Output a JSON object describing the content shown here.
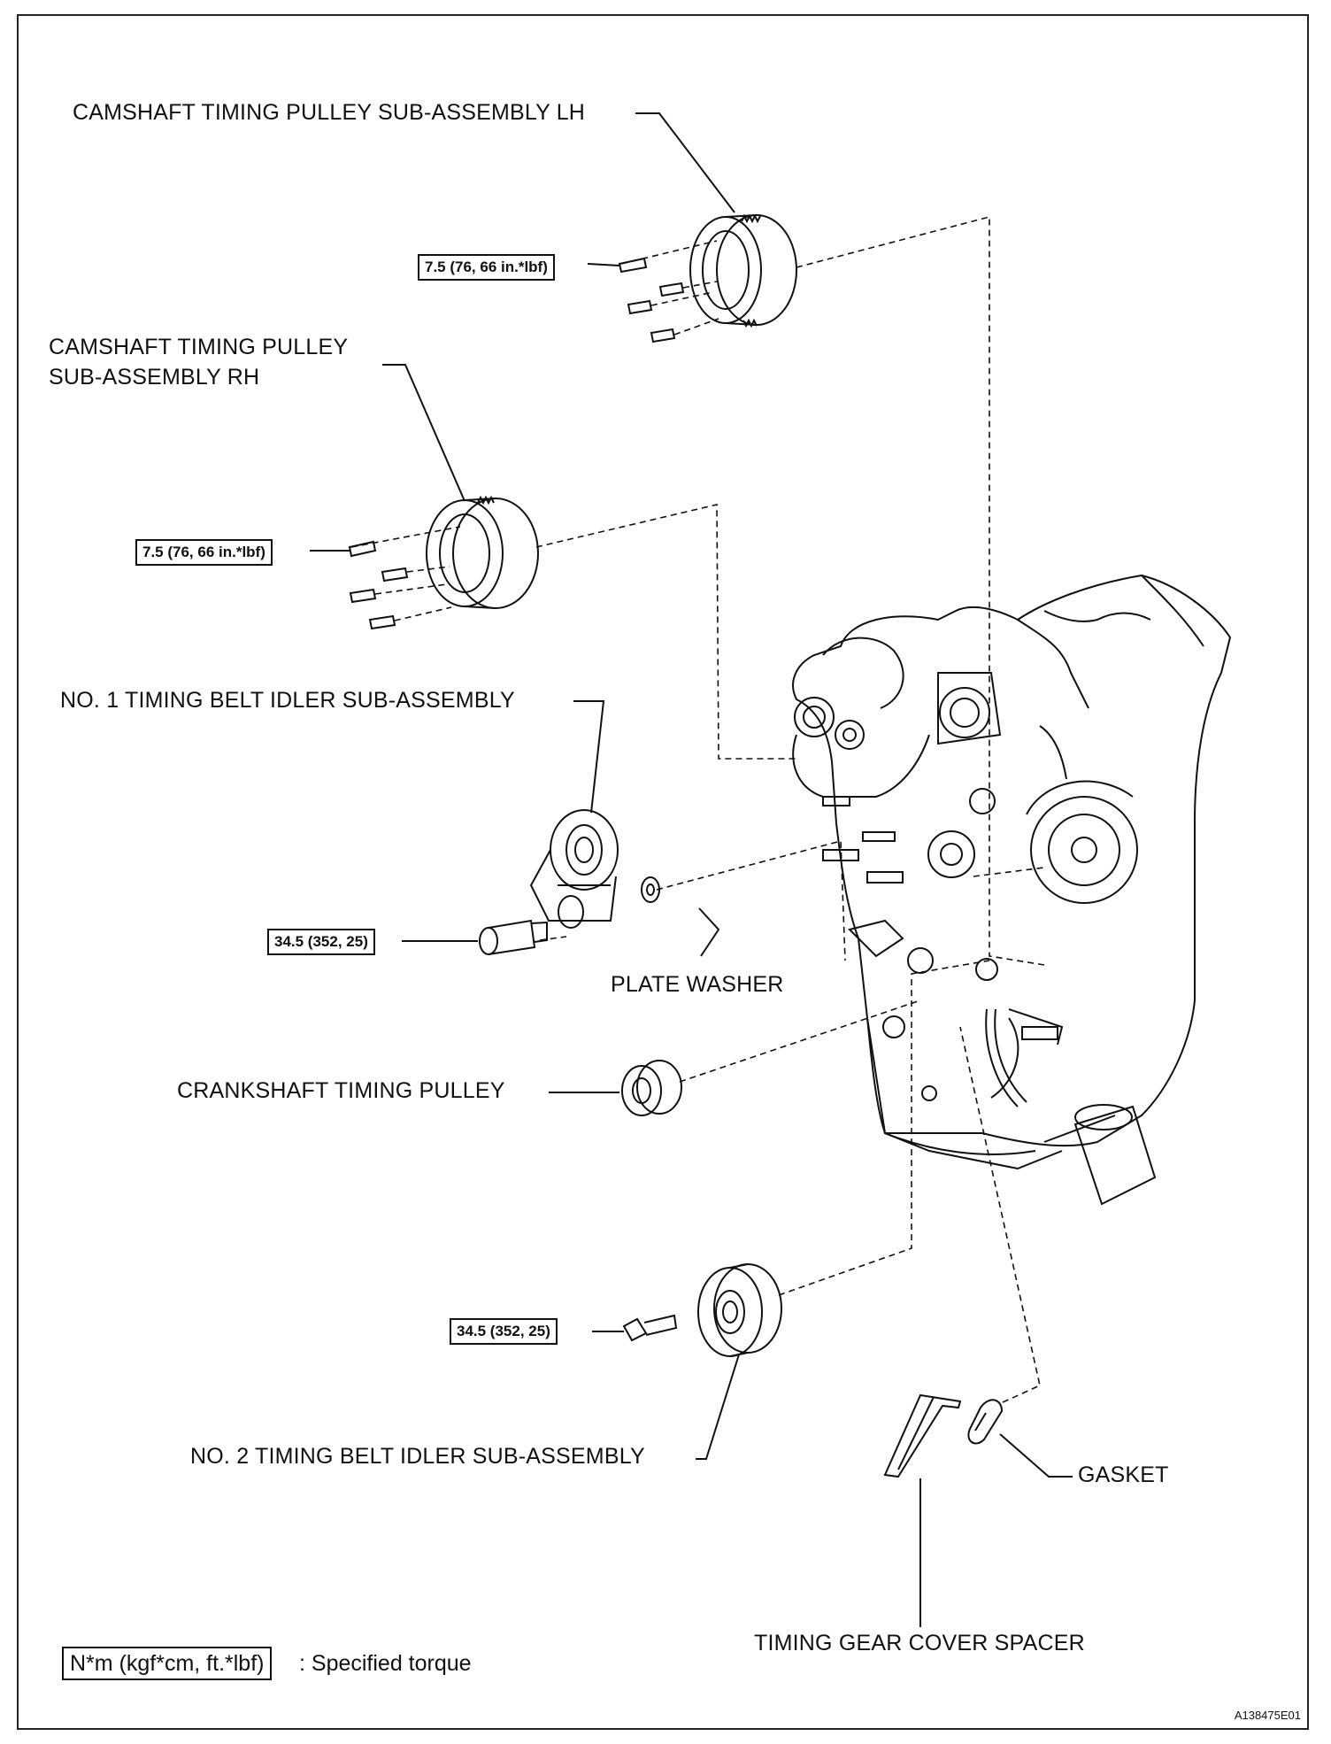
{
  "labels": {
    "cam_lh": "CAMSHAFT TIMING PULLEY SUB-ASSEMBLY LH",
    "cam_rh_line1": "CAMSHAFT TIMING PULLEY",
    "cam_rh_line2": "SUB-ASSEMBLY RH",
    "idler1": "NO. 1 TIMING BELT IDLER SUB-ASSEMBLY",
    "plate_washer": "PLATE WASHER",
    "crank_pulley": "CRANKSHAFT TIMING PULLEY",
    "idler2": "NO. 2 TIMING BELT IDLER SUB-ASSEMBLY",
    "gasket": "GASKET",
    "spacer": "TIMING GEAR COVER SPACER"
  },
  "torques": {
    "cam_lh": "7.5 (76, 66 in.*lbf)",
    "cam_rh": "7.5 (76, 66 in.*lbf)",
    "idler1": "34.5 (352, 25)",
    "idler2": "34.5 (352, 25)"
  },
  "legend": {
    "box": "N*m (kgf*cm, ft.*lbf)",
    "text": ": Specified torque"
  },
  "figure_code": "A138475E01"
}
